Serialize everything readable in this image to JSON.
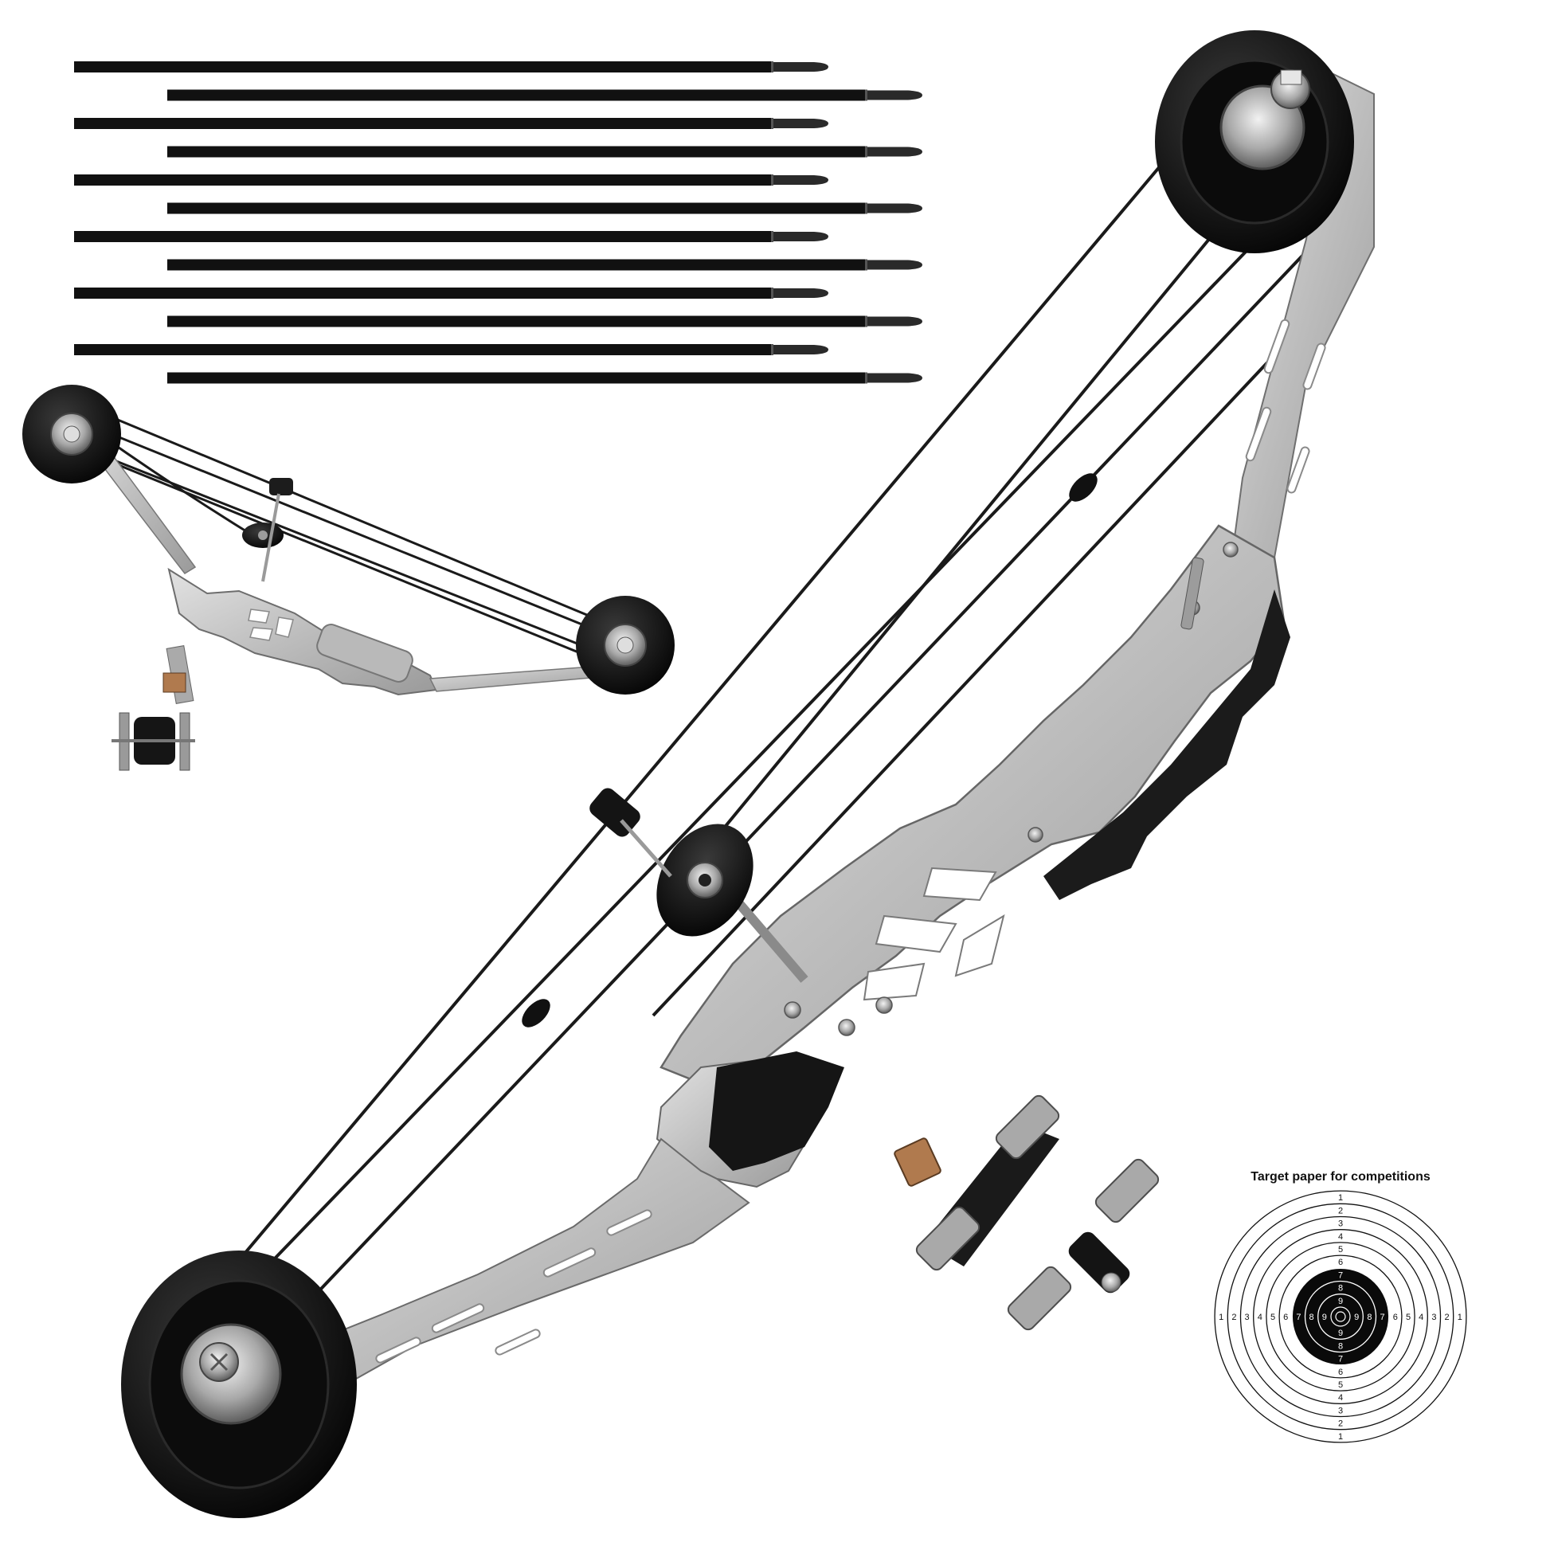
{
  "product": {
    "arrow_count": 12,
    "colors": {
      "background": "#ffffff",
      "arrow_shaft": "#111111",
      "pulley": "#141414",
      "metal": "#c4c4c4",
      "metal_dark": "#8c8c8c",
      "string": "#1a1a1a",
      "grip": "#1b1b1b",
      "logo": "#b07a4e"
    }
  },
  "target": {
    "caption": "Target paper for competitions",
    "rings": [
      1,
      2,
      3,
      4,
      5,
      6,
      7,
      8,
      9
    ]
  }
}
